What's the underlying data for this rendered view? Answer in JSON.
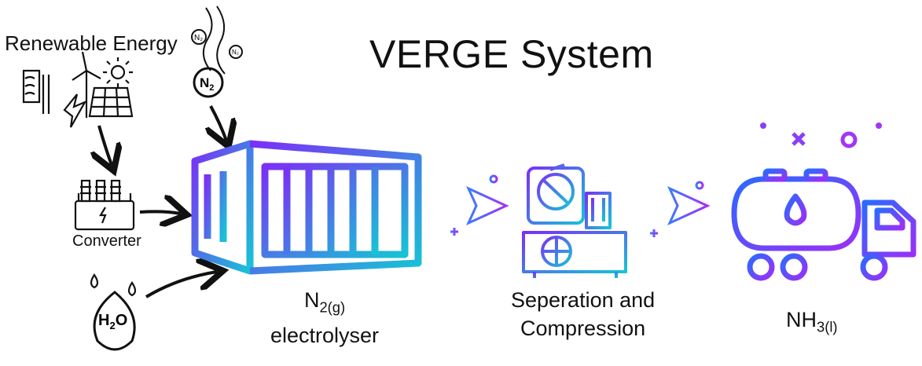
{
  "title": "VERGE System",
  "inputs": {
    "renewable_label": "Renewable Energy",
    "converter_label": "Converter",
    "n2_symbol": "N",
    "n2_sub": "2",
    "h2o_h": "H",
    "h2o_sub": "2",
    "h2o_o": "O"
  },
  "steps": {
    "electrolyser_formula": "N",
    "electrolyser_sub": "2(g)",
    "electrolyser_label": "electrolyser",
    "separation_line1": "Seperation and",
    "separation_line2": "Compression",
    "product_formula": "NH",
    "product_sub": "3(l)"
  },
  "colors": {
    "gradient_start": "#7b2ff7",
    "gradient_end": "#17c3d6",
    "sketch": "#111111"
  },
  "icons": [
    "solar-panel-icon",
    "wind-turbine-icon",
    "sun-icon",
    "lightning-icon",
    "converter-icon",
    "n2-molecule-icon",
    "water-drop-icon",
    "container-icon",
    "arrow-icon",
    "separator-machine-icon",
    "tanker-truck-icon"
  ]
}
